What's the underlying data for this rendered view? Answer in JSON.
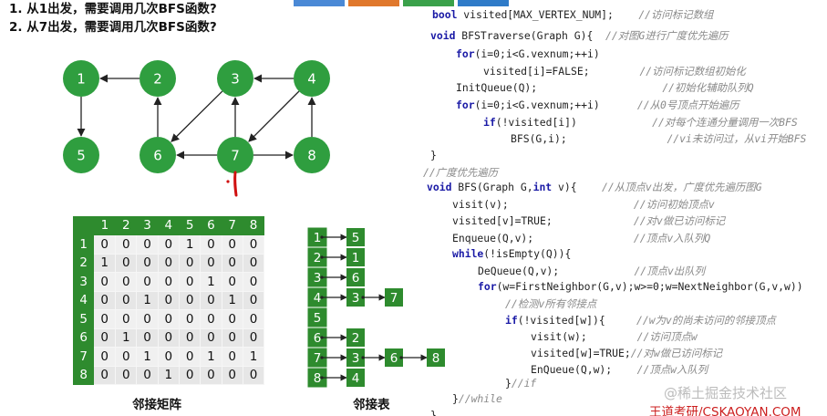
{
  "tab_colors": [
    "#4a89d6",
    "#e0782c",
    "#3aa14a",
    "#2f7bc8"
  ],
  "questions": [
    "1.  从1出发，需要调用几次BFS函数?",
    "2.  从7出发，需要调用几次BFS函数?"
  ],
  "graph": {
    "node_color": "#2f9e3f",
    "nodes": [
      "1",
      "2",
      "3",
      "4",
      "5",
      "6",
      "7",
      "8"
    ]
  },
  "matrix": {
    "col_headers": [
      "1",
      "2",
      "3",
      "4",
      "5",
      "6",
      "7",
      "8"
    ],
    "rows": [
      {
        "label": "1",
        "values": [
          "0",
          "0",
          "0",
          "0",
          "1",
          "0",
          "0",
          "0"
        ]
      },
      {
        "label": "2",
        "values": [
          "1",
          "0",
          "0",
          "0",
          "0",
          "0",
          "0",
          "0"
        ]
      },
      {
        "label": "3",
        "values": [
          "0",
          "0",
          "0",
          "0",
          "0",
          "1",
          "0",
          "0"
        ]
      },
      {
        "label": "4",
        "values": [
          "0",
          "0",
          "1",
          "0",
          "0",
          "0",
          "1",
          "0"
        ]
      },
      {
        "label": "5",
        "values": [
          "0",
          "0",
          "0",
          "0",
          "0",
          "0",
          "0",
          "0"
        ]
      },
      {
        "label": "6",
        "values": [
          "0",
          "1",
          "0",
          "0",
          "0",
          "0",
          "0",
          "0"
        ]
      },
      {
        "label": "7",
        "values": [
          "0",
          "0",
          "1",
          "0",
          "0",
          "1",
          "0",
          "1"
        ]
      },
      {
        "label": "8",
        "values": [
          "0",
          "0",
          "0",
          "1",
          "0",
          "0",
          "0",
          "0"
        ]
      }
    ],
    "caption": "邻接矩阵"
  },
  "adjlist": {
    "heads": [
      "1",
      "2",
      "3",
      "4",
      "5",
      "6",
      "7",
      "8"
    ],
    "chains": [
      [
        "5"
      ],
      [
        "1"
      ],
      [
        "6"
      ],
      [
        "3",
        "7"
      ],
      [],
      [
        "2"
      ],
      [
        "3",
        "6",
        "8"
      ],
      [
        "4"
      ]
    ],
    "caption": "邻接表"
  },
  "code": [
    [
      {
        "t": "bool",
        "c": "kw"
      },
      {
        "t": " visited[MAX_VERTEX_NUM];    "
      },
      {
        "t": "//访问标记数组",
        "c": "cm"
      }
    ],
    [
      {
        "t": "void",
        "c": "kw"
      },
      {
        "t": " BFSTraverse(Graph G){  "
      },
      {
        "t": "//对图G进行广度优先遍历",
        "c": "cm"
      }
    ],
    [
      {
        "t": "    "
      },
      {
        "t": "for",
        "c": "kw"
      },
      {
        "t": "(i=0;i<G.vexnum;++i)"
      }
    ],
    [
      {
        "t": "        visited[i]=FALSE;        "
      },
      {
        "t": "//访问标记数组初始化",
        "c": "cm"
      }
    ],
    [
      {
        "t": "    InitQueue(Q);                    "
      },
      {
        "t": "//初始化辅助队列Q",
        "c": "cm"
      }
    ],
    [
      {
        "t": "    "
      },
      {
        "t": "for",
        "c": "kw"
      },
      {
        "t": "(i=0;i<G.vexnum;++i)      "
      },
      {
        "t": "//从0号顶点开始遍历",
        "c": "cm"
      }
    ],
    [
      {
        "t": "        "
      },
      {
        "t": "if",
        "c": "kw"
      },
      {
        "t": "(!visited[i])            "
      },
      {
        "t": "//对每个连通分量调用一次BFS",
        "c": "cm"
      }
    ],
    [
      {
        "t": "            BFS(G,i);                "
      },
      {
        "t": "//vi未访问过，从vi开始BFS",
        "c": "cm"
      }
    ],
    [
      {
        "t": "}"
      }
    ],
    [
      {
        "t": "//广度优先遍历",
        "c": "cm"
      }
    ],
    [
      {
        "t": "void",
        "c": "kw"
      },
      {
        "t": " BFS(Graph G,"
      },
      {
        "t": "int",
        "c": "kw"
      },
      {
        "t": " v){    "
      },
      {
        "t": "//从顶点v出发，广度优先遍历图G",
        "c": "cm"
      }
    ],
    [
      {
        "t": "    visit(v);                    "
      },
      {
        "t": "//访问初始顶点v",
        "c": "cm"
      }
    ],
    [
      {
        "t": "    visited[v]=TRUE;             "
      },
      {
        "t": "//对v做已访问标记",
        "c": "cm"
      }
    ],
    [
      {
        "t": "    Enqueue(Q,v);                "
      },
      {
        "t": "//顶点v入队列Q",
        "c": "cm"
      }
    ],
    [
      {
        "t": "    "
      },
      {
        "t": "while",
        "c": "kw"
      },
      {
        "t": "(!isEmpty(Q)){"
      }
    ],
    [
      {
        "t": "        DeQueue(Q,v);            "
      },
      {
        "t": "//顶点v出队列",
        "c": "cm"
      }
    ],
    [
      {
        "t": "        "
      },
      {
        "t": "for",
        "c": "kw"
      },
      {
        "t": "(w=FirstNeighbor(G,v);w>=0;w=NextNeighbor(G,v,w))"
      }
    ],
    [
      {
        "t": "            "
      },
      {
        "t": "//检测v所有邻接点",
        "c": "cm"
      }
    ],
    [
      {
        "t": "            "
      },
      {
        "t": "if",
        "c": "kw"
      },
      {
        "t": "(!visited[w]){     "
      },
      {
        "t": "//w为v的尚未访问的邻接顶点",
        "c": "cm"
      }
    ],
    [
      {
        "t": "                visit(w);        "
      },
      {
        "t": "//访问顶点w",
        "c": "cm"
      }
    ],
    [
      {
        "t": "                visited[w]=TRUE;"
      },
      {
        "t": "//对w做已访问标记",
        "c": "cm"
      }
    ],
    [
      {
        "t": "                EnQueue(Q,w);    "
      },
      {
        "t": "//顶点w入队列",
        "c": "cm"
      }
    ],
    [
      {
        "t": "            }"
      },
      {
        "t": "//if",
        "c": "cm"
      }
    ],
    [
      {
        "t": "    }"
      },
      {
        "t": "//while",
        "c": "cm"
      }
    ],
    [
      {
        "t": "}"
      }
    ]
  ],
  "watermark": {
    "community": "@稀土掘金技术社区",
    "site": "王道考研/CSKAOYAN.COM"
  }
}
